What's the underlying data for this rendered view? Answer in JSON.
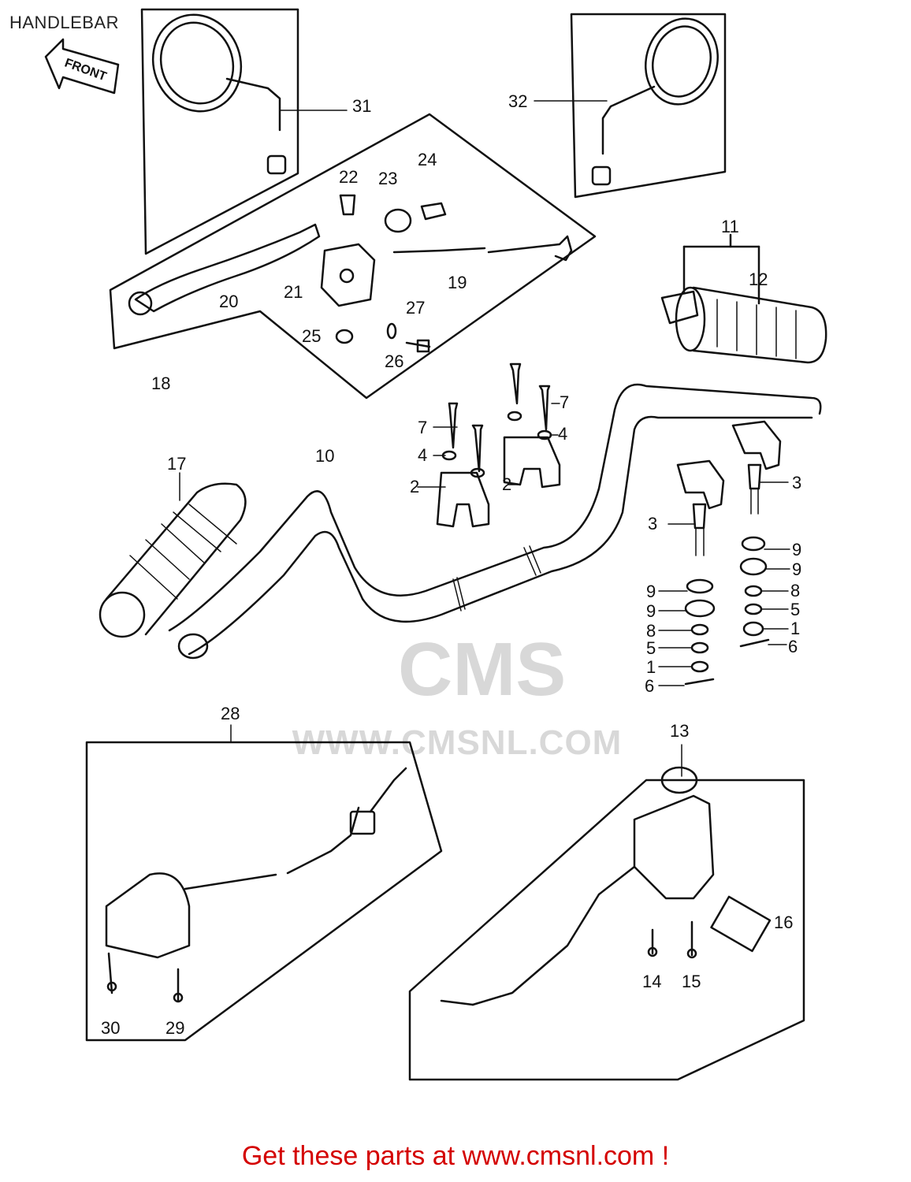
{
  "page": {
    "title": "HANDLEBAR",
    "front_arrow": "FRONT",
    "footer": "Get these parts at www.cmsnl.com !",
    "watermark": {
      "brand": "CMS",
      "url": "WWW.CMSNL.COM"
    }
  },
  "callouts": {
    "c1a": "1",
    "c1b": "1",
    "c2a": "2",
    "c2b": "2",
    "c3a": "3",
    "c3b": "3",
    "c4a": "4",
    "c4b": "4",
    "c5a": "5",
    "c5b": "5",
    "c6a": "6",
    "c6b": "6",
    "c7a": "7",
    "c7b": "7",
    "c8a": "8",
    "c8b": "8",
    "c9a": "9",
    "c9b": "9",
    "c9c": "9",
    "c9d": "9",
    "c10": "10",
    "c11": "11",
    "c12": "12",
    "c13": "13",
    "c14": "14",
    "c15": "15",
    "c16": "16",
    "c17": "17",
    "c18": "18",
    "c19": "19",
    "c20": "20",
    "c21": "21",
    "c22": "22",
    "c23": "23",
    "c24": "24",
    "c25": "25",
    "c26": "26",
    "c27": "27",
    "c28": "28",
    "c29": "29",
    "c30": "30",
    "c31": "31",
    "c32": "32"
  },
  "colors": {
    "line": "#111111",
    "footer": "#d40000",
    "watermark": "#d8d8d8"
  }
}
